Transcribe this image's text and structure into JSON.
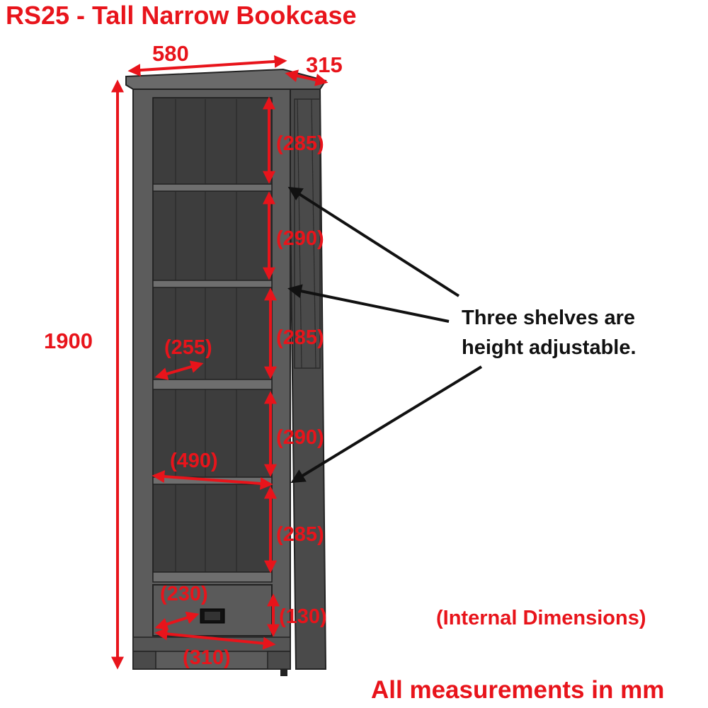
{
  "title": "RS25 - Tall Narrow Bookcase",
  "dimensions": {
    "overall_width": "580",
    "overall_depth": "315",
    "overall_height": "1900",
    "shelf_heights": [
      "(285)",
      "(290)",
      "(285)",
      "(290)",
      "(285)"
    ],
    "internal_depth": "(255)",
    "internal_width": "(490)",
    "drawer_depth": "(230)",
    "drawer_height": "(130)",
    "drawer_width": "(310)"
  },
  "note_line1": "Three shelves are",
  "note_line2": "height adjustable.",
  "internal_note": "(Internal Dimensions)",
  "units_note": "All measurements in mm",
  "colors": {
    "accent": "#e8141b",
    "text": "#111111",
    "wood": "#5c5c5c"
  }
}
